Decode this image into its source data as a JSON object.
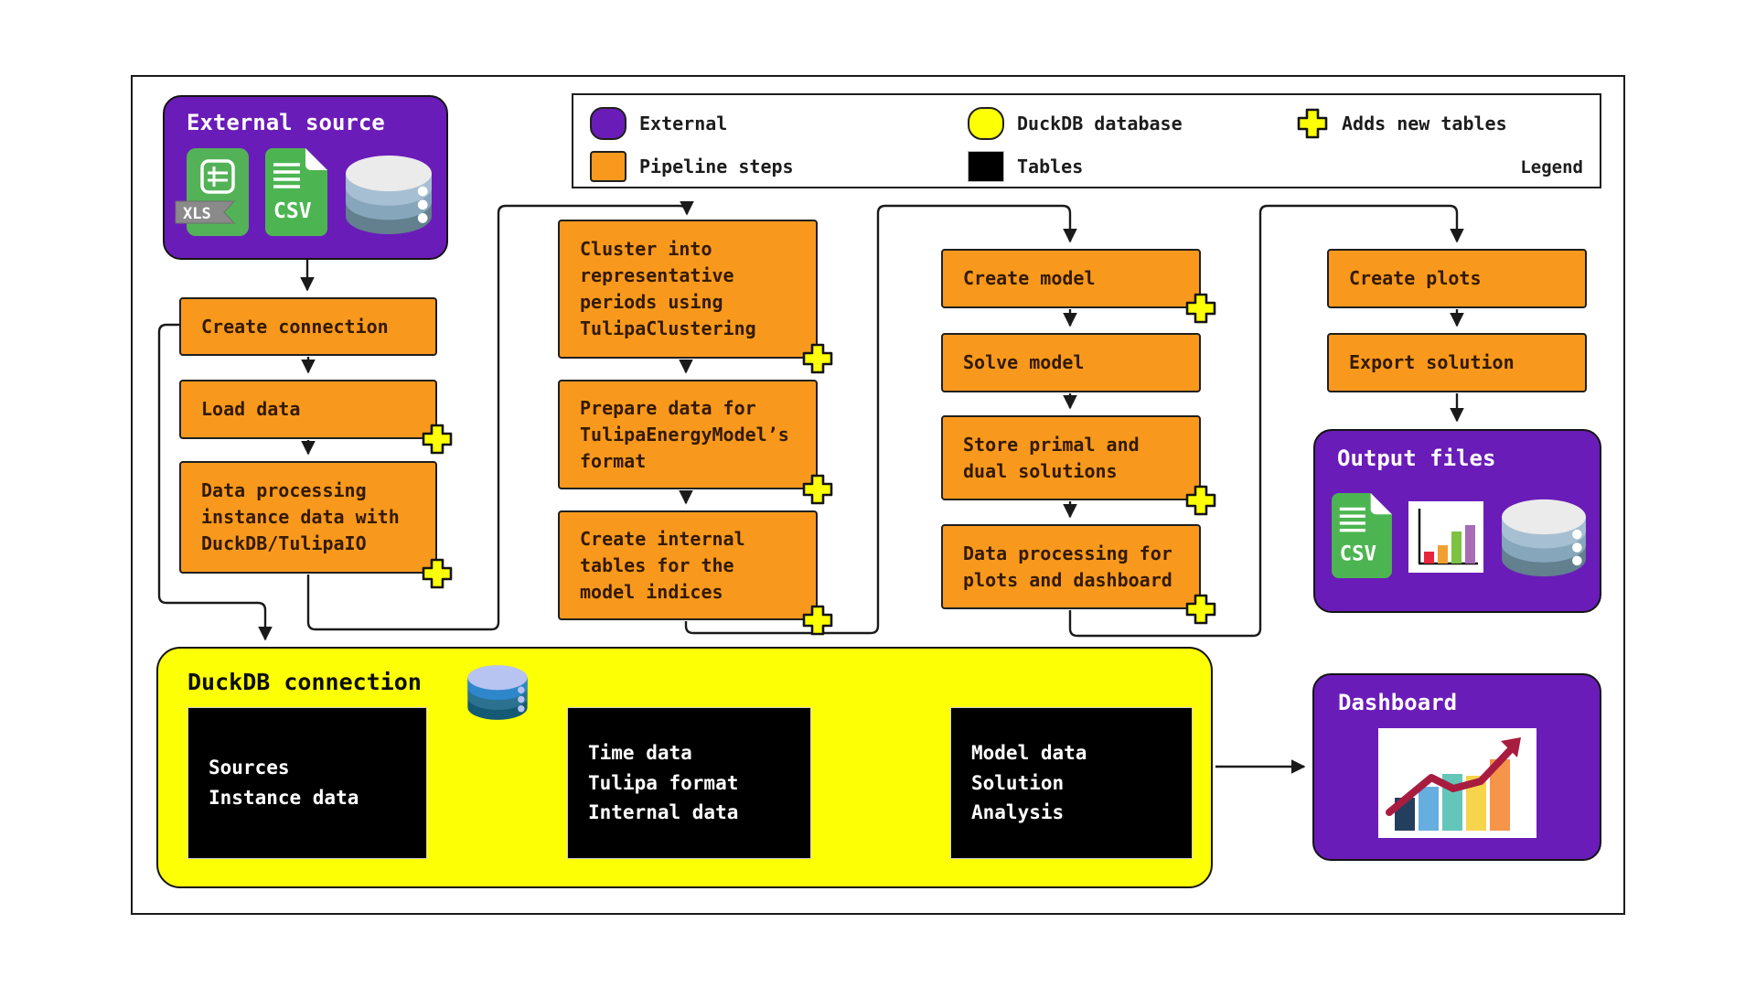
{
  "colors": {
    "purple": "#6a1cb8",
    "orange": "#f8991d",
    "yellow": "#fdff04",
    "table_bg": "#000000",
    "line": "#1a1a1a"
  },
  "legend": {
    "caption": "Legend",
    "items": [
      {
        "label": "External",
        "swatch": "purple-rounded"
      },
      {
        "label": "Pipeline steps",
        "swatch": "orange-square"
      },
      {
        "label": "DuckDB database",
        "swatch": "yellow-rounded"
      },
      {
        "label": "Tables",
        "swatch": "black-square"
      },
      {
        "label": "Adds new tables",
        "swatch": "plus-icon"
      }
    ]
  },
  "external_source": {
    "title": "External source",
    "xls_badge": "XLS",
    "csv_label": "CSV",
    "icons": [
      "xls-file-icon",
      "csv-file-icon",
      "database-cylinder-icon"
    ]
  },
  "steps": {
    "create_connection": "Create connection",
    "load_data": "Load data",
    "data_processing": "Data processing instance data with DuckDB/TulipaIO",
    "cluster": "Cluster into representative periods using TulipaClustering",
    "prepare": "Prepare data for TulipaEnergyModel’s format",
    "internal_tables": "Create internal tables for the model indices",
    "create_model": "Create model",
    "solve_model": "Solve model",
    "store_solutions": "Store primal and dual solutions",
    "processing_plots": "Data processing for plots and dashboard",
    "create_plots": "Create plots",
    "export_solution": "Export solution"
  },
  "duckdb": {
    "title": "DuckDB connection",
    "icon": "database-cylinder-icon",
    "tables": {
      "sources": [
        "Sources",
        "Instance data"
      ],
      "time": [
        "Time data",
        "Tulipa format",
        "Internal data"
      ],
      "model": [
        "Model data",
        "Solution",
        "Analysis"
      ]
    }
  },
  "output_files": {
    "title": "Output files",
    "csv_label": "CSV",
    "icons": [
      "csv-file-icon",
      "bar-chart-icon",
      "database-cylinder-icon"
    ]
  },
  "dashboard": {
    "title": "Dashboard",
    "icon": "trend-chart-icon"
  }
}
